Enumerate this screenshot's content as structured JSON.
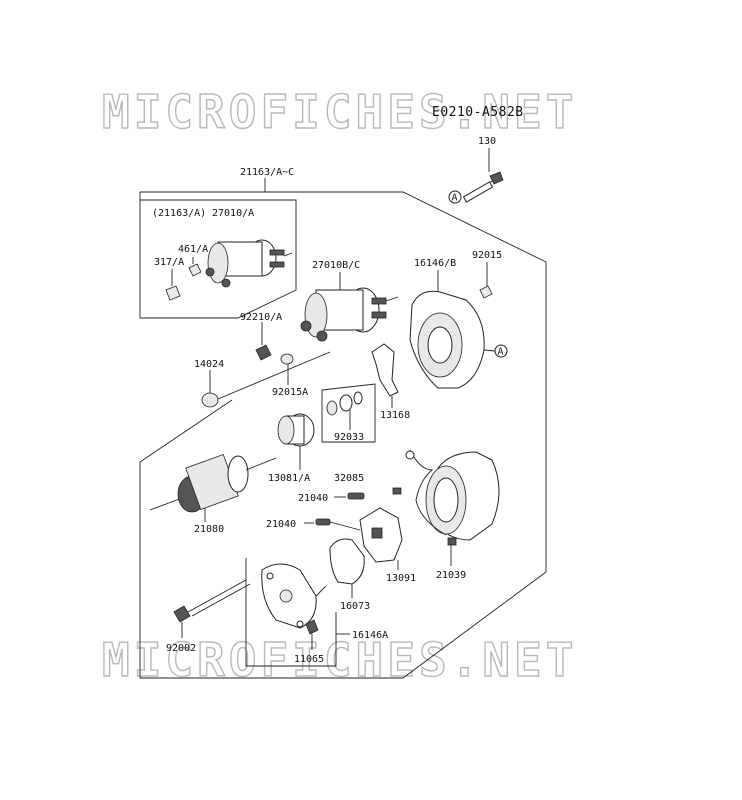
{
  "diagram_code": "E0210-A582B",
  "watermark": "MICROFICHES.NET",
  "ref_marker": "A",
  "group_label": "(21163/A)",
  "labels": {
    "p130": "130",
    "p21163": "21163/A~C",
    "p27010a": "27010/A",
    "p461a": "461/A",
    "p317a": "317/A",
    "p27010bc": "27010B/C",
    "p16146b": "16146/B",
    "p92015": "92015",
    "p92210a": "92210/A",
    "p14024": "14024",
    "p92015a": "92015A",
    "p13168": "13168",
    "p92033": "92033",
    "p13081a": "13081/A",
    "p32085": "32085",
    "p21080": "21080",
    "p21040a": "21040",
    "p21040b": "21040",
    "p13091": "13091",
    "p21039": "21039",
    "p16073": "16073",
    "p92002": "92002",
    "p16146a": "16146A",
    "p11065": "11065"
  }
}
